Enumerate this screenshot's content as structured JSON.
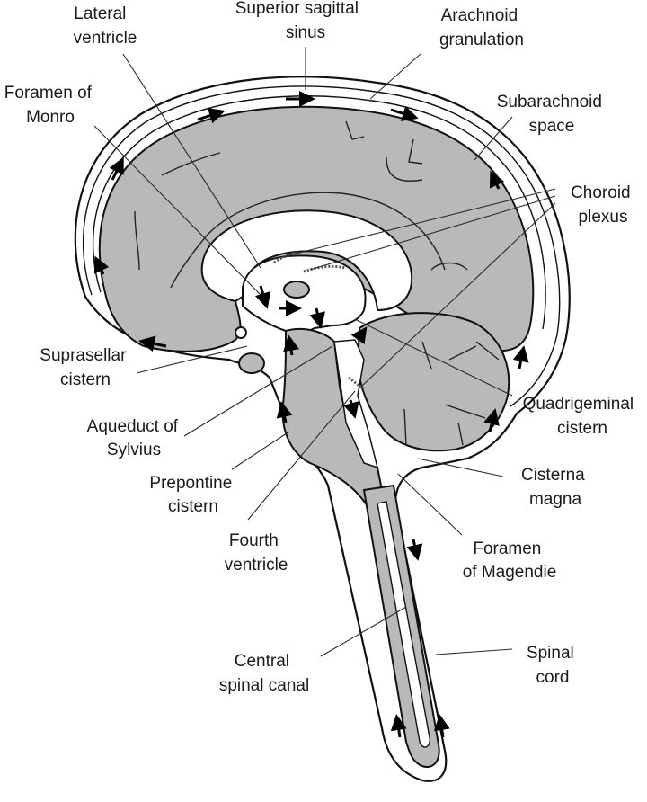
{
  "diagram": {
    "title": "Cerebrospinal fluid circulation — midsagittal section of brain and spinal cord",
    "colors": {
      "tissue": "#b9b9b9",
      "csf_space": "#ffffff",
      "ink": "#111111"
    },
    "labels": {
      "lateral_ventricle": [
        "Lateral",
        "ventricle"
      ],
      "superior_sagittal_sinus": [
        "Superior  sagittal",
        "sinus"
      ],
      "arachnoid_granulation": [
        "Arachnoid",
        "granulation"
      ],
      "foramen_of_monro": [
        "Foramen of",
        "Monro"
      ],
      "subarachnoid_space": [
        "Subarachnoid",
        "space"
      ],
      "choroid_plexus": [
        "Choroid",
        "plexus"
      ],
      "suprasellar_cistern": [
        "Suprasellar",
        "cistern"
      ],
      "quadrigeminal_cistern": [
        "Quadrigeminal",
        "cistern"
      ],
      "aqueduct_of_sylvius": [
        "Aqueduct of",
        "Sylvius"
      ],
      "prepontine_cistern": [
        "Prepontine",
        "cistern"
      ],
      "cisterna_magna": [
        "Cisterna",
        "magna"
      ],
      "fourth_ventricle": [
        "Fourth",
        "ventricle"
      ],
      "foramen_of_magendie": [
        "Foramen",
        "of Magendie"
      ],
      "central_spinal_canal": [
        "Central",
        "spinal  canal"
      ],
      "spinal_cord": [
        "Spinal",
        "cord"
      ]
    },
    "flow_arrows": "CSF flow direction arrows",
    "icons": [
      "flow-arrow-icon"
    ]
  }
}
